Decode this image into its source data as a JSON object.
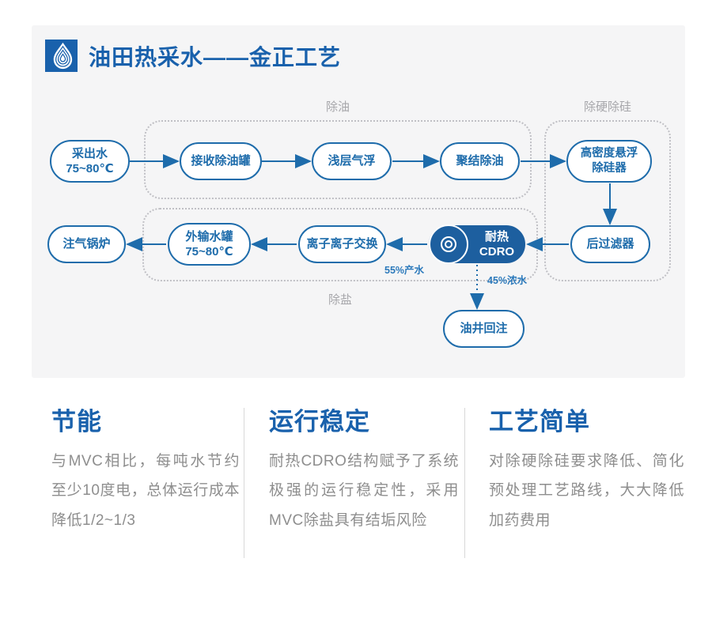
{
  "header": {
    "title": "油田热采水——金正工艺",
    "logo": "water-drop-logo"
  },
  "diagram": {
    "group_labels": [
      "除油",
      "除硬除硅",
      "除盐"
    ],
    "nodes": [
      {
        "label": "采出水\n75~80℃"
      },
      {
        "label": "接收除油罐"
      },
      {
        "label": "浅层气浮"
      },
      {
        "label": "聚结除油"
      },
      {
        "label": "高密度悬浮\n除硅器"
      },
      {
        "label": "后过滤器"
      },
      {
        "label": "耐热CDRO",
        "icon": "target-icon",
        "filled": true
      },
      {
        "label": "离子离子交换"
      },
      {
        "label": "外输水罐\n75~80℃"
      },
      {
        "label": "注气锅炉"
      },
      {
        "label": "油井回注"
      }
    ],
    "flow_labels": {
      "produced": "55%产水",
      "concentrate": "45%浓水"
    }
  },
  "features": [
    {
      "title": "节能",
      "body": "与MVC相比，每吨水节约至少10度电，总体运行成本降低1/2~1/3"
    },
    {
      "title": "运行稳定",
      "body": "耐热CDRO结构赋予了系统极强的运行稳定性，采用MVC除盐具有结垢风险"
    },
    {
      "title": "工艺简单",
      "body": "对除硬除硅要求降低、简化预处理工艺路线，大大降低加药费用"
    }
  ],
  "colors": {
    "accent_blue": "#1961ac",
    "node_blue": "#1e6cab",
    "cdro_fill": "#1d5f9f",
    "panel_bg": "#f5f5f6",
    "muted_gray": "#a6a6aa",
    "body_gray": "#8e8e8e"
  }
}
